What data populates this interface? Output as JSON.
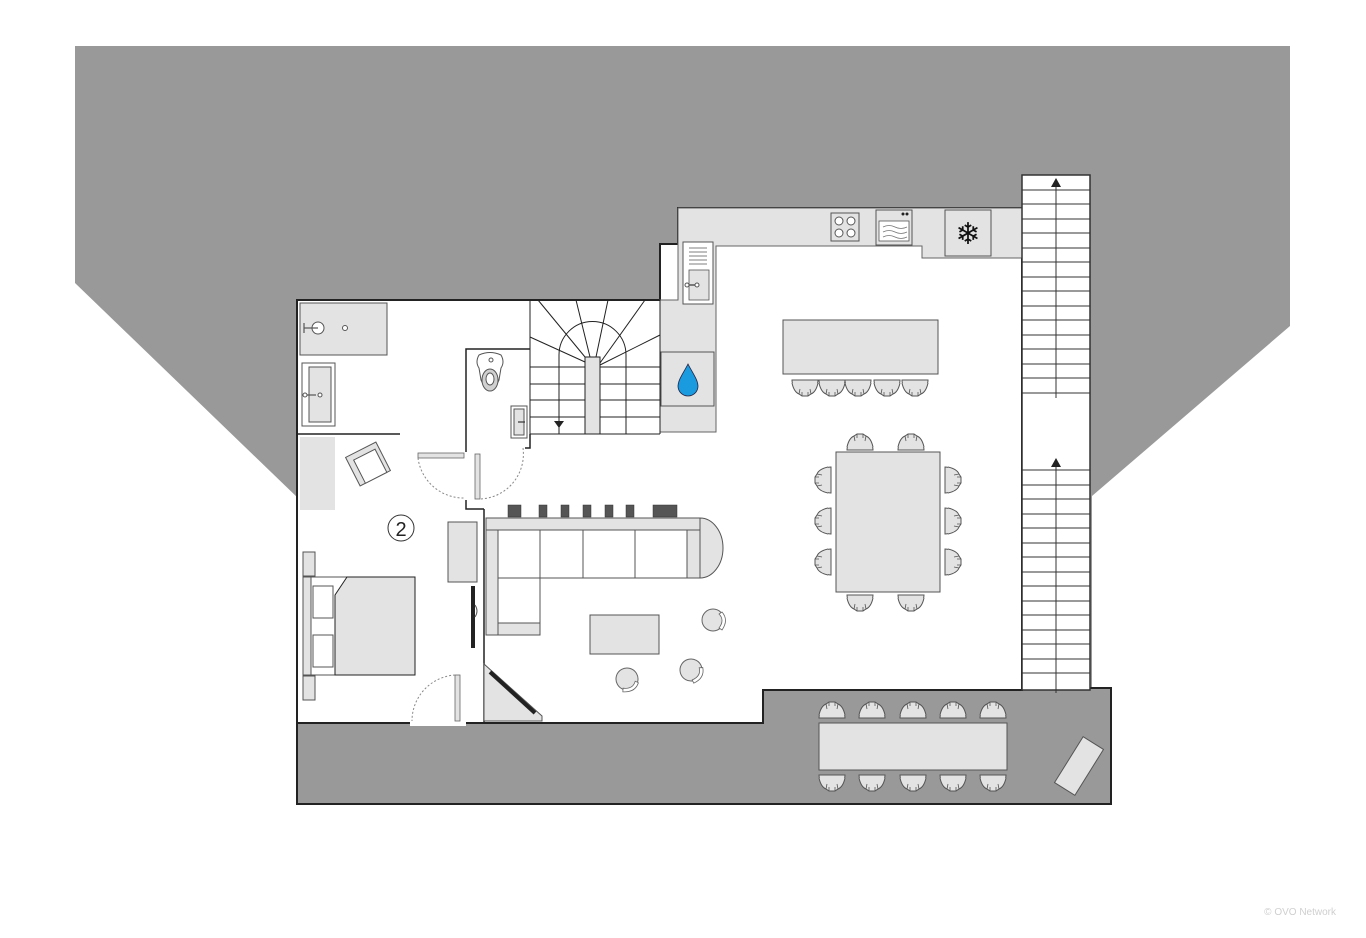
{
  "colors": {
    "roof": "#999999",
    "wall": "#222222",
    "floor": "#ffffff",
    "furniture_fill": "#e3e3e3",
    "furniture_stroke": "#666666",
    "dark_item": "#555555",
    "water_drop": "#1a9be0",
    "copyright": "#cfcfcf"
  },
  "plan": {
    "room_label": "2",
    "copyright": "© OVO Network",
    "icons": {
      "fridge": "snowflake-icon",
      "water_heater": "water-drop-icon",
      "cooktop": "cooktop-icon",
      "oven": "oven-icon",
      "sink": "sink-icon",
      "toilet": "toilet-icon",
      "stairs_down": "arrow-down-icon",
      "stairs_up": "arrow-up-icon"
    },
    "counts": {
      "kitchen_bar_stools": 5,
      "dining_table_chairs": 10,
      "terrace_table_chairs": 10,
      "lounge_chairs": 3,
      "exterior_stair_treads_upper": 16,
      "exterior_stair_treads_lower": 16
    }
  }
}
